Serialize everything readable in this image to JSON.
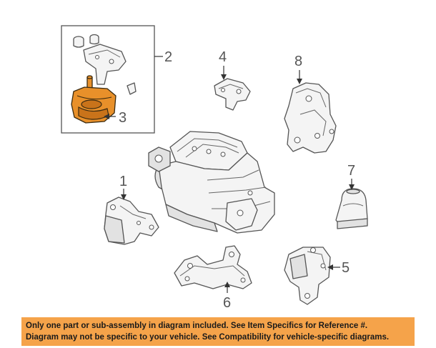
{
  "diagram": {
    "callouts": {
      "part1": "1",
      "part2": "2",
      "part3": "3",
      "part4": "4",
      "part5": "5",
      "part6": "6",
      "part7": "7",
      "part8": "8"
    },
    "highlight_color": "#e8902a"
  },
  "disclaimer": {
    "line1": "Only one part or sub-assembly in diagram included. See Item Specifics for Reference #.",
    "line2": "Diagram may not be specific to your vehicle. See Compatibility for vehicle-specific diagrams.",
    "background_color": "#f5a34a"
  }
}
